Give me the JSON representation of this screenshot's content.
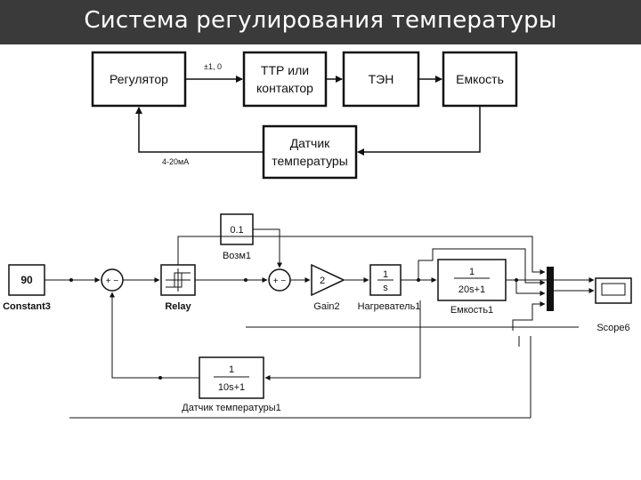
{
  "title": "Система регулирования температуры",
  "top_diagram": {
    "blocks": {
      "regulator": "Регулятор",
      "ttr_line1": "ТТР или",
      "ttr_line2": "контактор",
      "ten": "ТЭН",
      "tank": "Емкость",
      "sensor_line1": "Датчик",
      "sensor_line2": "температуры"
    },
    "signals": {
      "output": "±1, 0",
      "feedback": "4-20мА"
    }
  },
  "simulink": {
    "blocks": {
      "constant": {
        "value": "90",
        "name": "Constant3"
      },
      "sum1": {
        "signs": "+ −"
      },
      "relay": {
        "name": "Relay"
      },
      "disturbance": {
        "value": "0.1",
        "name": "Возм1"
      },
      "sum2": {
        "signs": "+ −"
      },
      "gain": {
        "value": "2",
        "name": "Gain2"
      },
      "heater": {
        "num": "1",
        "den": "s",
        "name": "Нагреватель1"
      },
      "tank": {
        "num": "1",
        "den": "20s+1",
        "name": "Емкость1"
      },
      "scope": {
        "name": "Scope6"
      },
      "sensor": {
        "num": "1",
        "den": "10s+1",
        "name": "Датчик температуры1"
      }
    }
  }
}
